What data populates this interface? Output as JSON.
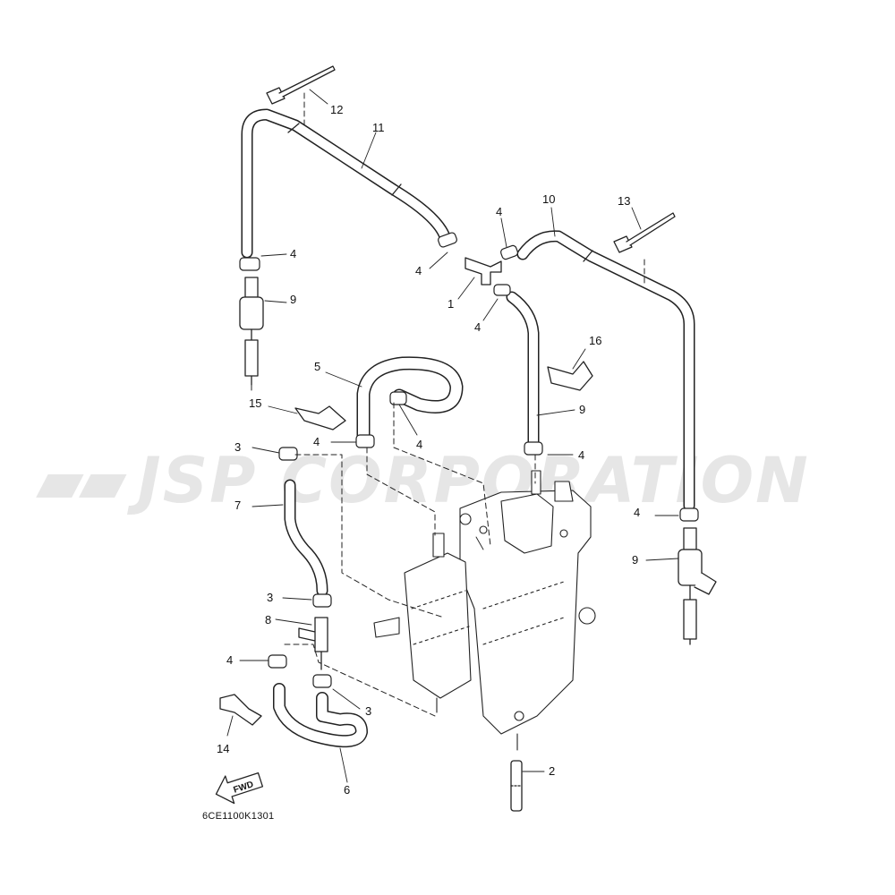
{
  "watermark": "JSP CORPORATION",
  "diagram_code": "6CE1100K1301",
  "fwd_label": "FWD",
  "callouts": [
    "1",
    "2",
    "3",
    "3",
    "3",
    "4",
    "4",
    "4",
    "4",
    "4",
    "4",
    "4",
    "4",
    "4",
    "4",
    "5",
    "6",
    "7",
    "8",
    "9",
    "9",
    "10",
    "11",
    "12",
    "13",
    "13",
    "14",
    "15",
    "16"
  ],
  "colors": {
    "line": "#222222",
    "watermark": "#e6e6e6",
    "background": "#ffffff"
  }
}
